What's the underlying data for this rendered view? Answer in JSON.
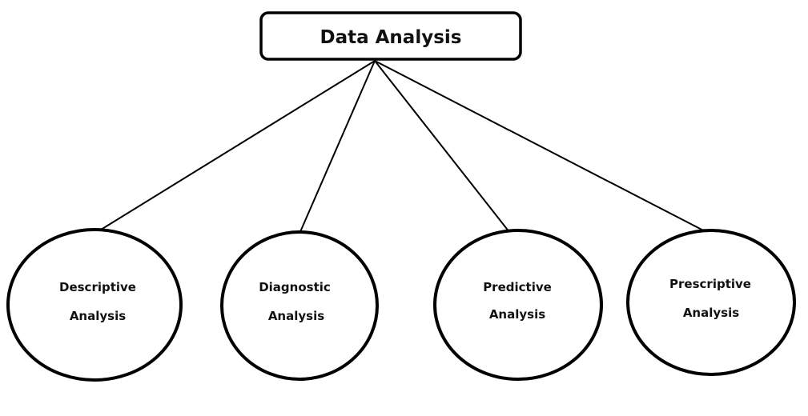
{
  "root": {
    "label": "Data Analysis"
  },
  "children": [
    {
      "line1": "Descriptive",
      "line2": "Analysis"
    },
    {
      "line1": "Diagnostic",
      "line2": "Analysis"
    },
    {
      "line1": "Predictive",
      "line2": "Analysis"
    },
    {
      "line1": "Prescriptive",
      "line2": "Analysis"
    }
  ],
  "colors": {
    "stroke": "#000000",
    "text": "#111111",
    "background": "#ffffff"
  }
}
